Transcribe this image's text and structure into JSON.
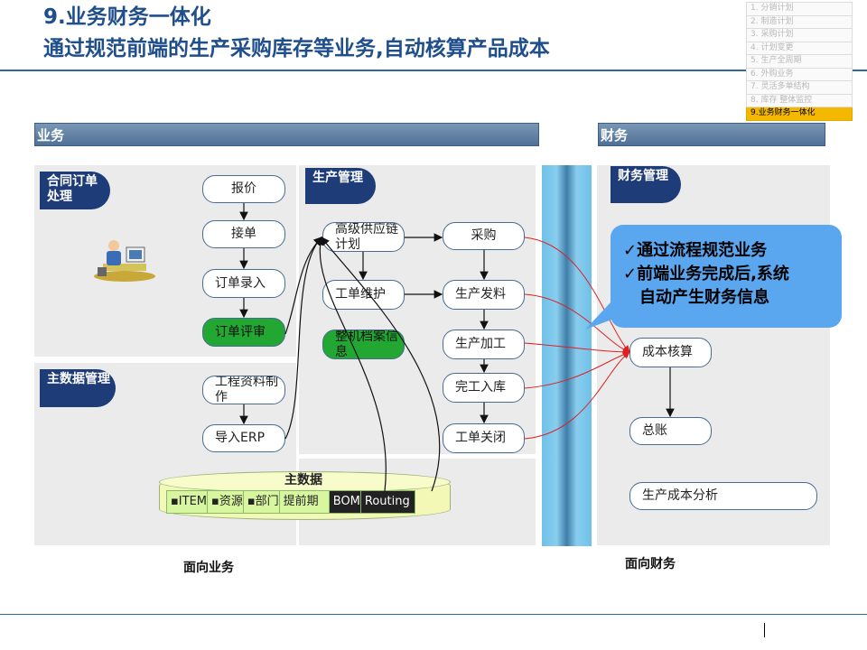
{
  "title": {
    "line1": "9.业务财务一体化",
    "line2": "通过规范前端的生产采购库存等业务,自动核算产品成本"
  },
  "toc": [
    "1. 分销计划",
    "2. 制造计划",
    "3. 采购计划",
    "4. 计划变更",
    "5. 生产全周期",
    "6. 外购业务",
    "7. 灵活多单结构",
    "8. 库存 整体监控",
    "9.业务财务一体化"
  ],
  "sections": {
    "business": "业务",
    "finance": "财务"
  },
  "badges": {
    "order": "合同订单处理",
    "master": "主数据管理",
    "production": "生产管理",
    "finance": "财务管理"
  },
  "order_flow": [
    "报价",
    "接单",
    "订单录入",
    "订单评审"
  ],
  "master_flow": [
    "工程资料制作",
    "导入ERP"
  ],
  "production_left": [
    "高级供应链计划",
    "工单维护",
    "整机档案信息"
  ],
  "production_right": [
    "采购",
    "生产发料",
    "生产加工",
    "完工入库",
    "工单关闭"
  ],
  "finance_flow": [
    "成本核算",
    "总账",
    "生产成本分析"
  ],
  "callout": [
    "✓通过流程规范业务",
    "✓前端业务完成后,系统",
    "自动产生财务信息"
  ],
  "master_data": {
    "title": "主数据",
    "items": [
      "▪ITEM",
      "▪资源",
      "▪部门",
      "提前期",
      "BOM",
      "Routing"
    ]
  },
  "captions": {
    "business": "面向业务",
    "finance": "面向财务"
  },
  "colors": {
    "title": "#1f4e8c",
    "badge": "#1e3c78",
    "green": "#22a832",
    "callout": "#5aa7f0",
    "toc_active": "#f5b800",
    "arrow_red": "#e02020"
  }
}
